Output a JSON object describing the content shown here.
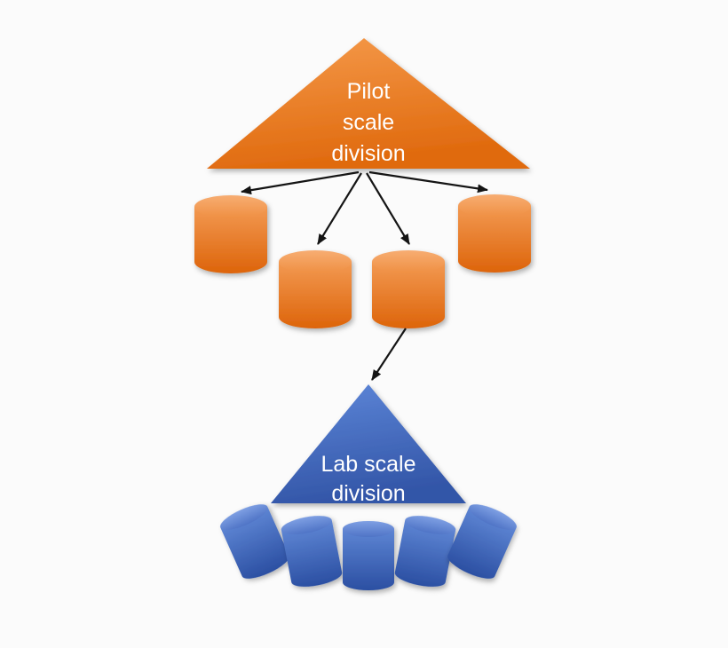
{
  "page": {
    "background": "#fbfbfb"
  },
  "diagram": {
    "text_color": "#ffffff",
    "arrow_color": "#141414",
    "pilot": {
      "line1": "Pilot",
      "line2": "scale",
      "line3": "division",
      "triangle_top": "#f59a4b",
      "triangle_bottom": "#e06a0e",
      "tank_count": 4
    },
    "pilot_tank": {
      "body_top": "#f6a25e",
      "body_bottom": "#dd640a",
      "cap_light": "#f7ad72",
      "cap_dark": "#ef8f42"
    },
    "lab": {
      "line1": "Lab scale",
      "line2": "division",
      "triangle_top": "#5e87d9",
      "triangle_bottom": "#3356a8",
      "tank_count": 5
    },
    "lab_tank": {
      "body_top": "#648cda",
      "body_bottom": "#2b4fa2",
      "cap_light": "#7e9fe3",
      "cap_dark": "#4f74c6"
    }
  }
}
